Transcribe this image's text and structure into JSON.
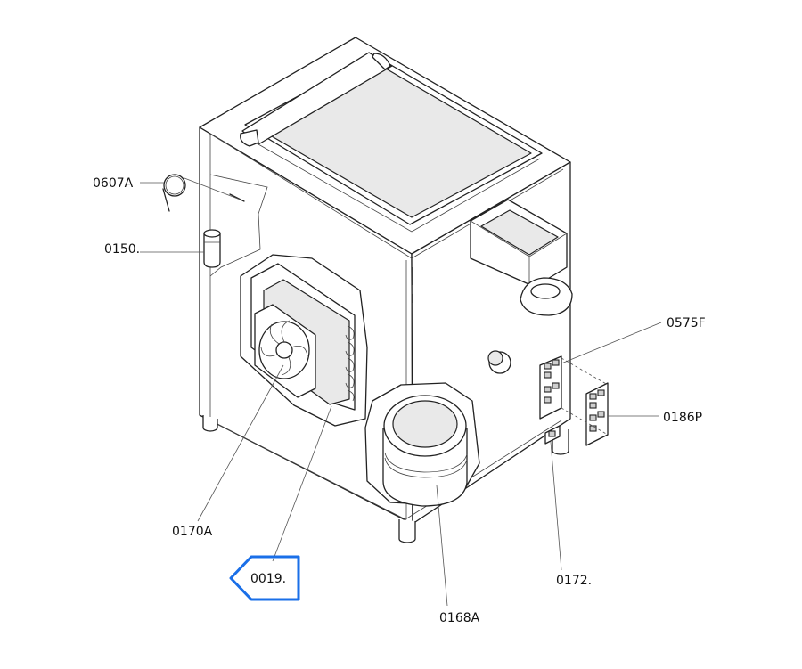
{
  "callouts": {
    "c0607A": "0607A",
    "c0150": "0150.",
    "c0575F": "0575F",
    "c0186P": "0186P",
    "c0170A": "0170A",
    "c0019": "0019.",
    "c0172": "0172.",
    "c0168A": "0168A"
  },
  "highlight_color": "#1a6fe8"
}
